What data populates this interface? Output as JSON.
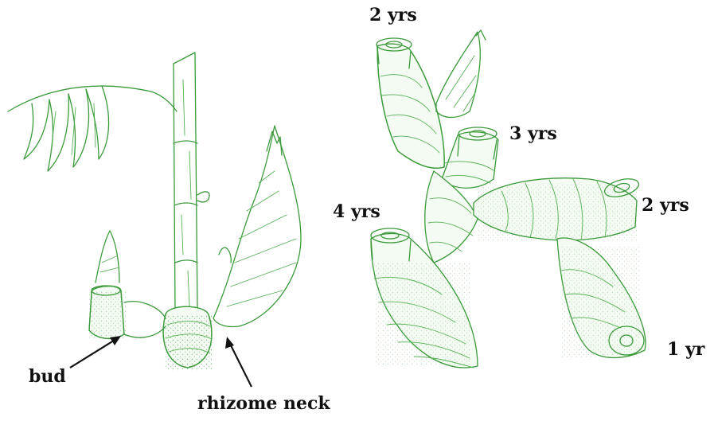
{
  "labels": {
    "bud": "bud",
    "rhizome_neck": "rhizome neck",
    "age_top": "2 yrs",
    "age_middle": "3 yrs",
    "age_left": "4 yrs",
    "age_right": "2 yrs",
    "age_bottom": "1 yr"
  },
  "colors": {
    "ink": "#3a9a3a",
    "label_text": "#111111",
    "background": "#ffffff"
  }
}
